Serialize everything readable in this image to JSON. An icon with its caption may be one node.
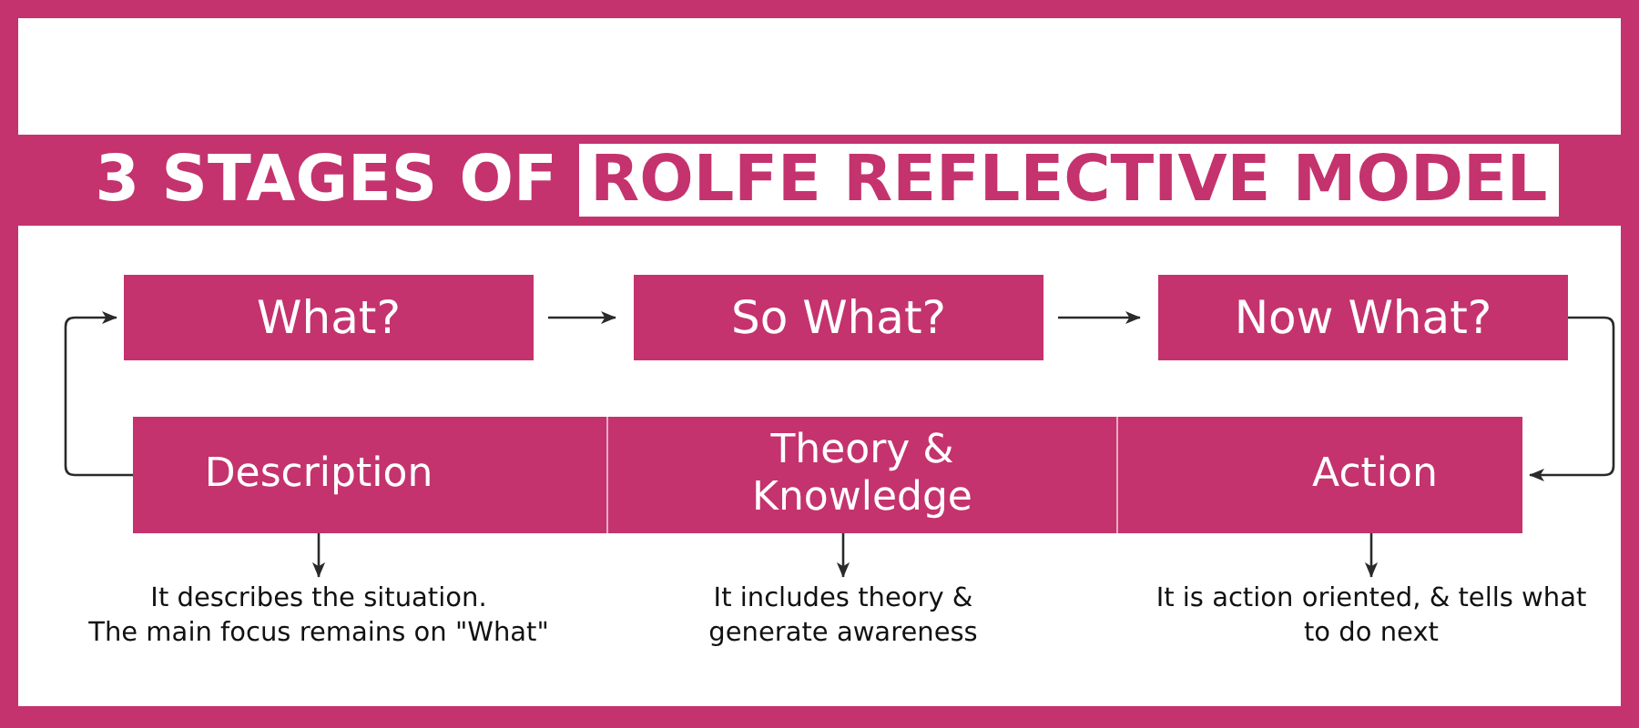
{
  "diagram": {
    "title": "3 STAGES OF **ROLFE REFLECTIVE MODEL**",
    "nodes": [
      {
        "text": [
          "What?"
        ]
      },
      {
        "text": [
          "So What?"
        ]
      },
      {
        "text": [
          "Now What?"
        ]
      },
      {
        "text": [
          "Description"
        ]
      },
      {
        "text": [
          "Theory & Knowledge"
        ]
      },
      {
        "text": [
          "Action"
        ]
      },
      {
        "text": [
          "It describes the situation.",
          "The main focus remains on \"What\""
        ]
      },
      {
        "text": [
          "It includes theory & generate awareness"
        ]
      },
      {
        "text": [
          "It is action oriented, & tells what to do next"
        ]
      }
    ],
    "edges": [
      {
        "from": 0,
        "to": 1,
        "arrow": "to"
      },
      {
        "from": 1,
        "to": 2,
        "arrow": "to"
      },
      {
        "from": 2,
        "to": 5,
        "arrow": "to"
      },
      {
        "from": 3,
        "to": 0,
        "arrow": "to"
      },
      {
        "from": 3,
        "to": 6,
        "arrow": "to"
      },
      {
        "from": 4,
        "to": 7,
        "arrow": "to"
      },
      {
        "from": 5,
        "to": 8,
        "arrow": "to"
      }
    ]
  }
}
